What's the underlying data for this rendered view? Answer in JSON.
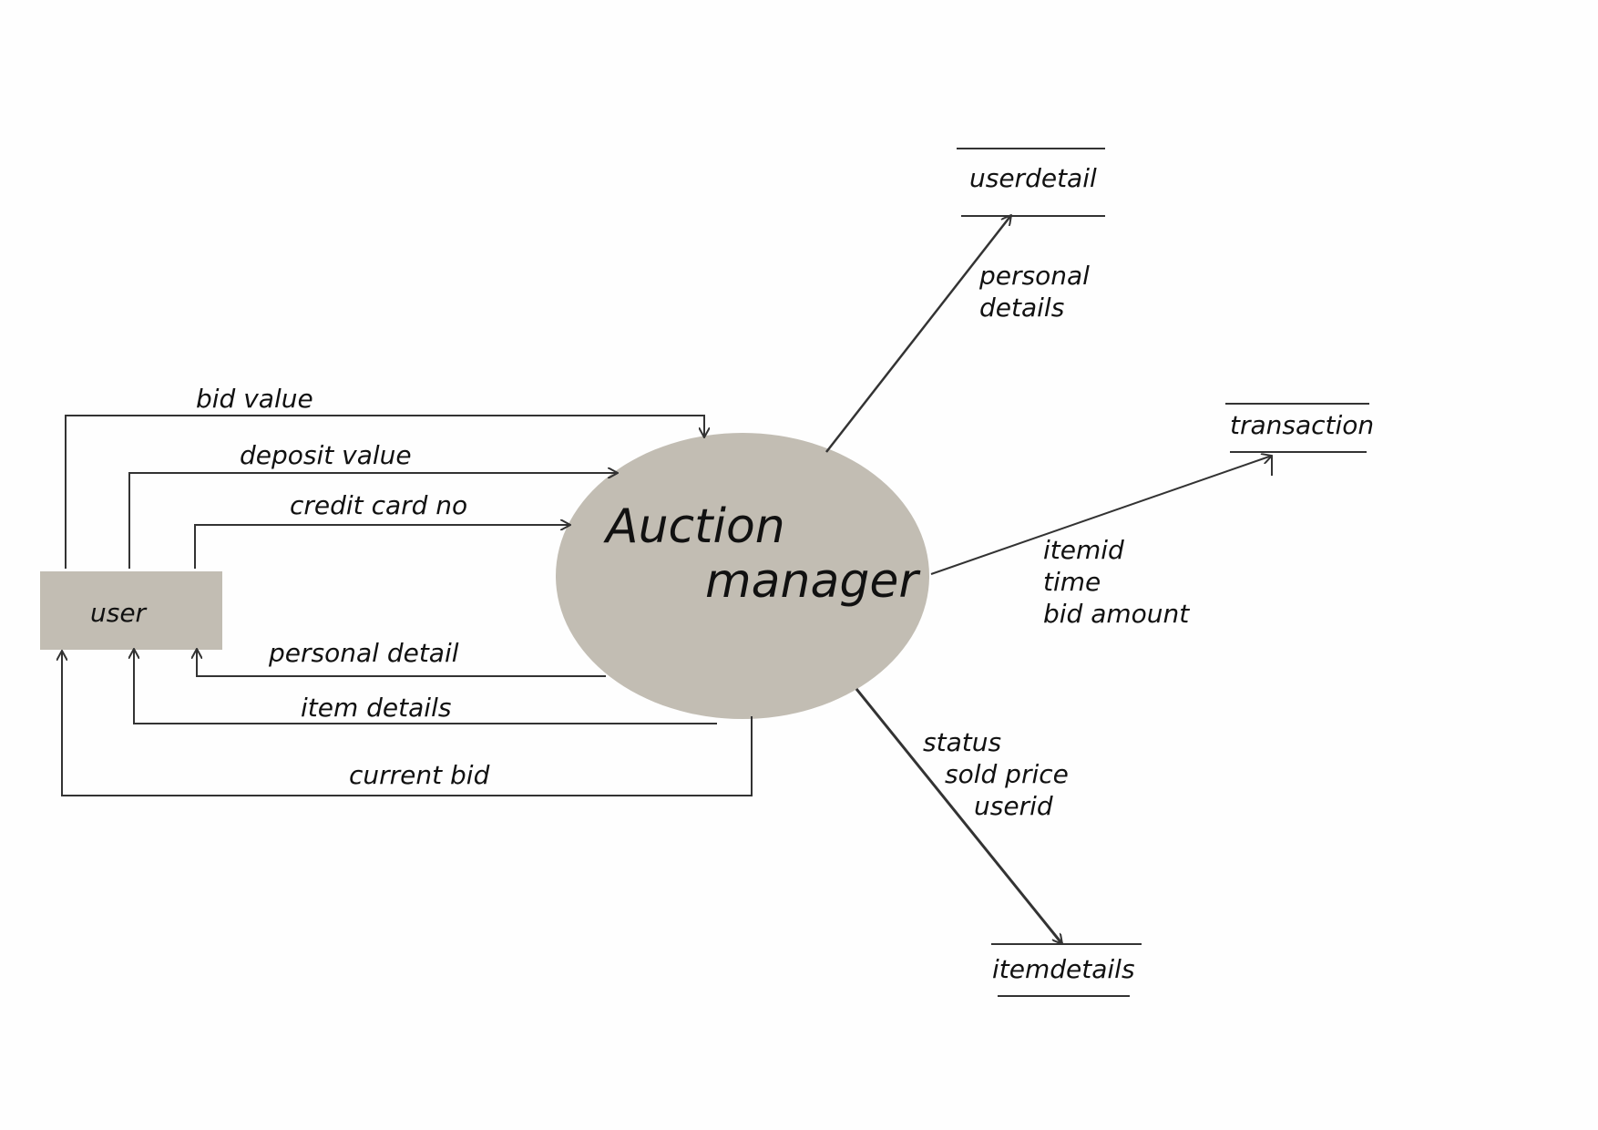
{
  "diagram": {
    "process": {
      "line1": "Auction",
      "line2": "manager"
    },
    "entity": {
      "label": "user"
    },
    "stores": {
      "userdetail": "userdetail",
      "transaction": "transaction",
      "itemdetails": "itemdetails"
    },
    "flows": {
      "bid_value": "bid value",
      "deposit_value": "deposit value",
      "credit_card_no": "credit card no",
      "personal_detail": "personal detail",
      "item_details": "item details",
      "current_bid": "current bid",
      "personal_details_1": "personal",
      "personal_details_2": "details",
      "transaction_1": "itemid",
      "transaction_2": "time",
      "transaction_3": "bid amount",
      "itemdetails_1": "status",
      "itemdetails_2": "sold price",
      "itemdetails_3": "userid"
    }
  },
  "colors": {
    "shape_fill": "#c2bdb3",
    "line": "#333333"
  }
}
